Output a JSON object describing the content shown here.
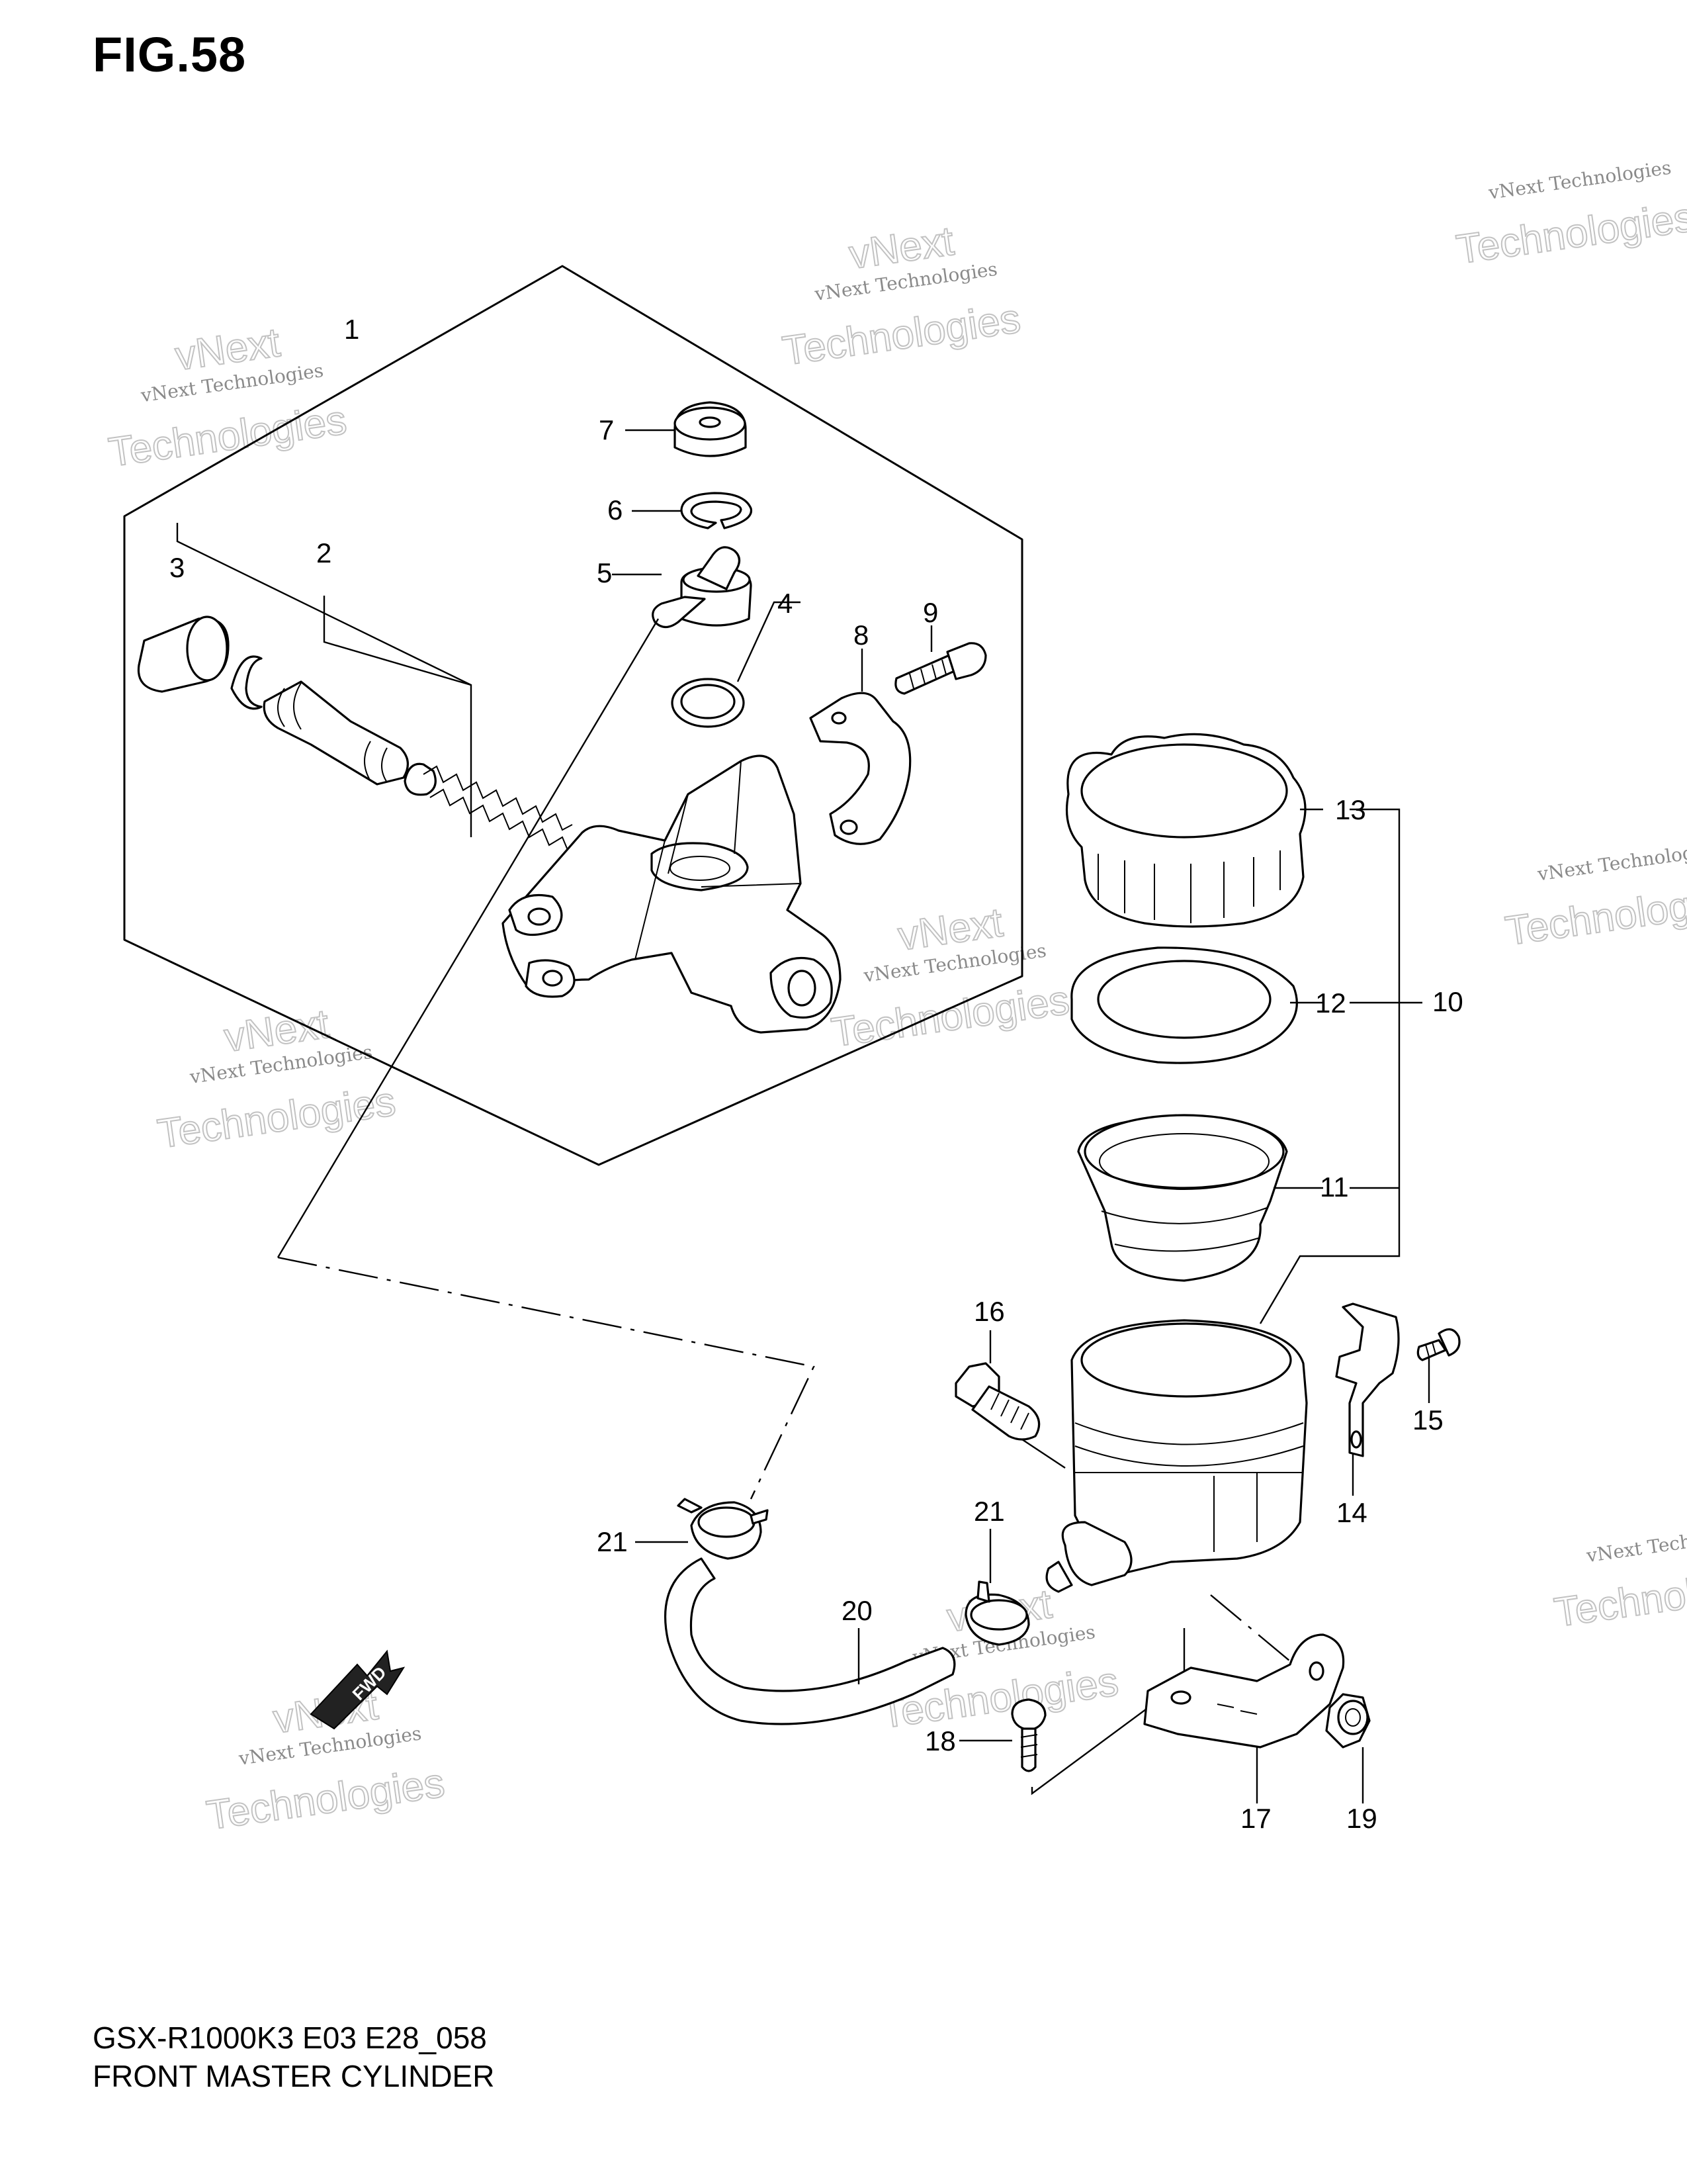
{
  "figure": {
    "title": "FIG.58"
  },
  "callouts": [
    {
      "id": "1",
      "label": "1"
    },
    {
      "id": "2",
      "label": "2"
    },
    {
      "id": "3",
      "label": "3"
    },
    {
      "id": "4",
      "label": "4"
    },
    {
      "id": "5",
      "label": "5"
    },
    {
      "id": "6",
      "label": "6"
    },
    {
      "id": "7",
      "label": "7"
    },
    {
      "id": "8",
      "label": "8"
    },
    {
      "id": "9",
      "label": "9"
    },
    {
      "id": "10",
      "label": "10"
    },
    {
      "id": "11",
      "label": "11"
    },
    {
      "id": "12",
      "label": "12"
    },
    {
      "id": "13",
      "label": "13"
    },
    {
      "id": "14",
      "label": "14"
    },
    {
      "id": "15",
      "label": "15"
    },
    {
      "id": "16",
      "label": "16"
    },
    {
      "id": "17",
      "label": "17"
    },
    {
      "id": "18",
      "label": "18"
    },
    {
      "id": "19",
      "label": "19"
    },
    {
      "id": "20",
      "label": "20"
    },
    {
      "id": "21a",
      "label": "21"
    },
    {
      "id": "21b",
      "label": "21"
    }
  ],
  "direction_arrow": {
    "label": "FWD"
  },
  "watermark": {
    "line1": "vNext Technologies",
    "line2": "Technologies",
    "line3": "vNext"
  },
  "footer": {
    "model_code": "GSX-R1000K3 E03 E28_058",
    "caption": "FRONT MASTER CYLINDER"
  }
}
